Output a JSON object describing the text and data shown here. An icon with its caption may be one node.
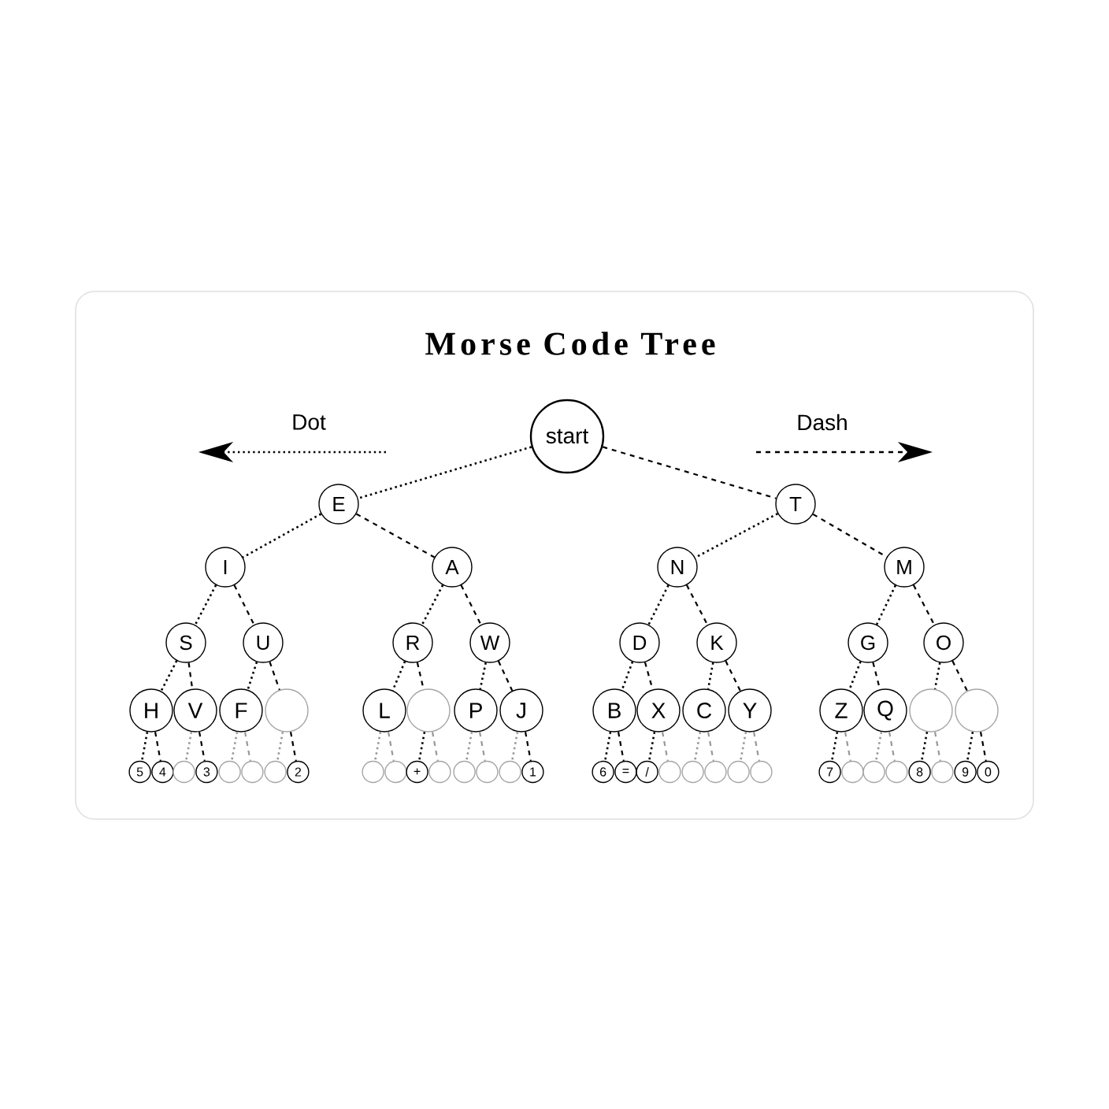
{
  "diagram": {
    "title": "Morse Code Tree",
    "nodes": [
      {
        "text": [
          "start"
        ]
      },
      {
        "text": [
          "E"
        ]
      },
      {
        "text": [
          "T"
        ]
      },
      {
        "text": [
          "I"
        ]
      },
      {
        "text": [
          "A"
        ]
      },
      {
        "text": [
          "N"
        ]
      },
      {
        "text": [
          "M"
        ]
      },
      {
        "text": [
          "S"
        ]
      },
      {
        "text": [
          "U"
        ]
      },
      {
        "text": [
          "R"
        ]
      },
      {
        "text": [
          "W"
        ]
      },
      {
        "text": [
          "D"
        ]
      },
      {
        "text": [
          "K"
        ]
      },
      {
        "text": [
          "G"
        ]
      },
      {
        "text": [
          "O"
        ]
      },
      {
        "text": [
          "H"
        ]
      },
      {
        "text": [
          "V"
        ]
      },
      {
        "text": [
          "F"
        ]
      },
      {
        "text": [],
        "shape": "circle"
      },
      {
        "text": [
          "L"
        ]
      },
      {
        "text": [],
        "shape": "circle"
      },
      {
        "text": [
          "P"
        ]
      },
      {
        "text": [
          "J"
        ]
      },
      {
        "text": [
          "B"
        ]
      },
      {
        "text": [
          "X"
        ]
      },
      {
        "text": [
          "C"
        ]
      },
      {
        "text": [
          "Y"
        ]
      },
      {
        "text": [
          "Z"
        ]
      },
      {
        "text": [
          "Q"
        ]
      },
      {
        "text": [],
        "shape": "circle"
      },
      {
        "text": [],
        "shape": "circle"
      },
      {
        "text": [
          "5"
        ]
      },
      {
        "text": [
          "4"
        ]
      },
      {
        "text": [],
        "shape": "circle"
      },
      {
        "text": [
          "3"
        ]
      },
      {
        "text": [],
        "shape": "circle"
      },
      {
        "text": [],
        "shape": "circle"
      },
      {
        "text": [],
        "shape": "circle"
      },
      {
        "text": [
          "2"
        ]
      },
      {
        "text": [],
        "shape": "circle"
      },
      {
        "text": [],
        "shape": "circle"
      },
      {
        "text": [
          "+"
        ]
      },
      {
        "text": [],
        "shape": "circle"
      },
      {
        "text": [],
        "shape": "circle"
      },
      {
        "text": [],
        "shape": "circle"
      },
      {
        "text": [],
        "shape": "circle"
      },
      {
        "text": [
          "1"
        ]
      },
      {
        "text": [
          "6"
        ]
      },
      {
        "text": [
          "="
        ]
      },
      {
        "text": [
          "/"
        ]
      },
      {
        "text": [],
        "shape": "circle"
      },
      {
        "text": [],
        "shape": "circle"
      },
      {
        "text": [],
        "shape": "circle"
      },
      {
        "text": [],
        "shape": "circle"
      },
      {
        "text": [],
        "shape": "circle"
      },
      {
        "text": [
          "7"
        ]
      },
      {
        "text": [],
        "shape": "circle"
      },
      {
        "text": [],
        "shape": "circle"
      },
      {
        "text": [],
        "shape": "circle"
      },
      {
        "text": [
          "8"
        ]
      },
      {
        "text": [],
        "shape": "circle"
      },
      {
        "text": [
          "9"
        ]
      },
      {
        "text": [
          "0"
        ]
      }
    ],
    "edges": [
      {
        "from": 0,
        "to": 1,
        "arrow": "none"
      },
      {
        "from": 0,
        "to": 2,
        "arrow": "none",
        "style": "dashed"
      },
      {
        "from": 1,
        "to": 3,
        "arrow": "none"
      },
      {
        "from": 1,
        "to": 4,
        "arrow": "none",
        "style": "dashed"
      },
      {
        "from": 2,
        "to": 5,
        "arrow": "none"
      },
      {
        "from": 2,
        "to": 6,
        "arrow": "none",
        "style": "dashed"
      },
      {
        "from": 3,
        "to": 7,
        "arrow": "none"
      },
      {
        "from": 3,
        "to": 8,
        "arrow": "none",
        "style": "dashed"
      },
      {
        "from": 4,
        "to": 9,
        "arrow": "none"
      },
      {
        "from": 4,
        "to": 10,
        "arrow": "none",
        "style": "dashed"
      },
      {
        "from": 5,
        "to": 11,
        "arrow": "none"
      },
      {
        "from": 5,
        "to": 12,
        "arrow": "none",
        "style": "dashed"
      },
      {
        "from": 6,
        "to": 13,
        "arrow": "none"
      },
      {
        "from": 6,
        "to": 14,
        "arrow": "none",
        "style": "dashed"
      },
      {
        "from": 7,
        "to": 15,
        "arrow": "none"
      },
      {
        "from": 7,
        "to": 16,
        "arrow": "none",
        "style": "dashed"
      },
      {
        "from": 8,
        "to": 17,
        "arrow": "none"
      },
      {
        "from": 8,
        "to": 18,
        "arrow": "none",
        "style": "dashed"
      },
      {
        "from": 9,
        "to": 19,
        "arrow": "none"
      },
      {
        "from": 9,
        "to": 20,
        "arrow": "none",
        "style": "dashed"
      },
      {
        "from": 10,
        "to": 21,
        "arrow": "none"
      },
      {
        "from": 10,
        "to": 22,
        "arrow": "none",
        "style": "dashed"
      },
      {
        "from": 11,
        "to": 23,
        "arrow": "none"
      },
      {
        "from": 11,
        "to": 24,
        "arrow": "none",
        "style": "dashed"
      },
      {
        "from": 12,
        "to": 25,
        "arrow": "none"
      },
      {
        "from": 12,
        "to": 26,
        "arrow": "none",
        "style": "dashed"
      },
      {
        "from": 13,
        "to": 27,
        "arrow": "none"
      },
      {
        "from": 13,
        "to": 28,
        "arrow": "none",
        "style": "dashed"
      },
      {
        "from": 14,
        "to": 29,
        "arrow": "none"
      },
      {
        "from": 14,
        "to": 30,
        "arrow": "none",
        "style": "dashed"
      },
      {
        "from": 15,
        "to": 31,
        "arrow": "none"
      },
      {
        "from": 15,
        "to": 32,
        "arrow": "none",
        "style": "dashed"
      },
      {
        "from": 16,
        "to": 33,
        "arrow": "none",
        "color": "#999999"
      },
      {
        "from": 16,
        "to": 34,
        "arrow": "none",
        "style": "dashed"
      },
      {
        "from": 17,
        "to": 35,
        "arrow": "none",
        "color": "#999999"
      },
      {
        "from": 17,
        "to": 36,
        "arrow": "none",
        "style": "dashed",
        "color": "#999999"
      },
      {
        "from": 18,
        "to": 37,
        "arrow": "none",
        "color": "#999999"
      },
      {
        "from": 18,
        "to": 38,
        "arrow": "none",
        "style": "dashed"
      },
      {
        "from": 19,
        "to": 39,
        "arrow": "none",
        "color": "#999999"
      },
      {
        "from": 19,
        "to": 40,
        "arrow": "none",
        "style": "dashed",
        "color": "#999999"
      },
      {
        "from": 20,
        "to": 41,
        "arrow": "none"
      },
      {
        "from": 20,
        "to": 42,
        "arrow": "none",
        "style": "dashed",
        "color": "#999999"
      },
      {
        "from": 21,
        "to": 43,
        "arrow": "none",
        "color": "#999999"
      },
      {
        "from": 21,
        "to": 44,
        "arrow": "none",
        "style": "dashed",
        "color": "#999999"
      },
      {
        "from": 22,
        "to": 45,
        "arrow": "none",
        "color": "#999999"
      },
      {
        "from": 22,
        "to": 46,
        "arrow": "none",
        "style": "dashed"
      },
      {
        "from": 23,
        "to": 47,
        "arrow": "none"
      },
      {
        "from": 23,
        "to": 48,
        "arrow": "none",
        "style": "dashed"
      },
      {
        "from": 24,
        "to": 49,
        "arrow": "none"
      },
      {
        "from": 24,
        "to": 50,
        "arrow": "none",
        "style": "dashed",
        "color": "#999999"
      },
      {
        "from": 25,
        "to": 51,
        "arrow": "none",
        "color": "#999999"
      },
      {
        "from": 25,
        "to": 52,
        "arrow": "none",
        "style": "dashed",
        "color": "#999999"
      },
      {
        "from": 26,
        "to": 53,
        "arrow": "none",
        "color": "#999999"
      },
      {
        "from": 26,
        "to": 54,
        "arrow": "none",
        "style": "dashed",
        "color": "#999999"
      },
      {
        "from": 27,
        "to": 55,
        "arrow": "none"
      },
      {
        "from": 27,
        "to": 56,
        "arrow": "none",
        "style": "dashed",
        "color": "#999999"
      },
      {
        "from": 28,
        "to": 57,
        "arrow": "none",
        "color": "#999999"
      },
      {
        "from": 28,
        "to": 58,
        "arrow": "none",
        "style": "dashed",
        "color": "#999999"
      },
      {
        "from": 29,
        "to": 59,
        "arrow": "none"
      },
      {
        "from": 29,
        "to": 60,
        "arrow": "none",
        "style": "dashed",
        "color": "#999999"
      },
      {
        "from": 30,
        "to": 61,
        "arrow": "none"
      },
      {
        "from": 30,
        "to": 62,
        "arrow": "none",
        "style": "dashed"
      }
    ],
    "labels": [
      "Dot",
      "Dash"
    ]
  }
}
